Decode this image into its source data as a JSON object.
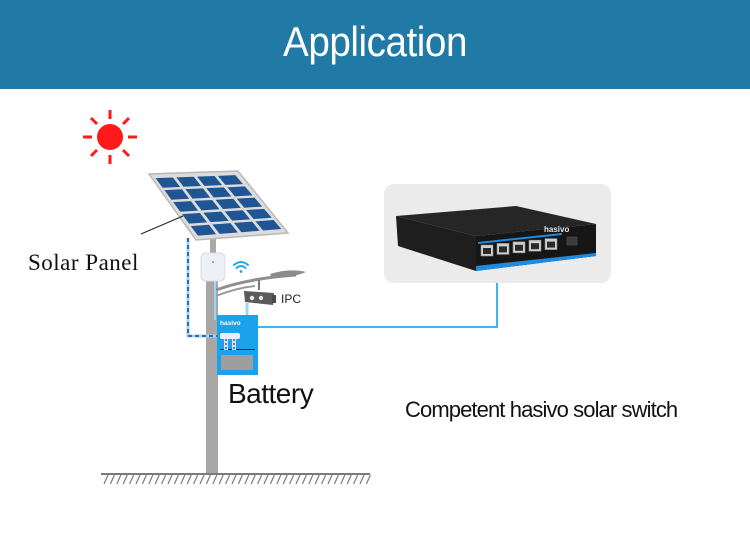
{
  "header": {
    "title": "Application",
    "background": "#2179a6"
  },
  "labels": {
    "solar_panel": "Solar Panel",
    "ipc": "IPC",
    "battery": "Battery",
    "switch_caption": "Competent hasivo solar switch"
  },
  "battery_box": {
    "brand": "hasivo"
  },
  "switch_device": {
    "brand": "hasivo",
    "rj45_ports": 5,
    "sfp_ports": 1
  },
  "icons": {
    "sun": "sun-icon",
    "wifi": "wifi-icon",
    "camera": "ipc-camera-icon",
    "access_point": "access-point-icon"
  },
  "colors": {
    "sun": "#ff1a1a",
    "cable": "#3fb6ea",
    "dashed_cable": "#1e3f8a",
    "battery_box": "#1aa3ea",
    "panel_cell": "#1f5592",
    "pole": "#a7a7a7"
  }
}
